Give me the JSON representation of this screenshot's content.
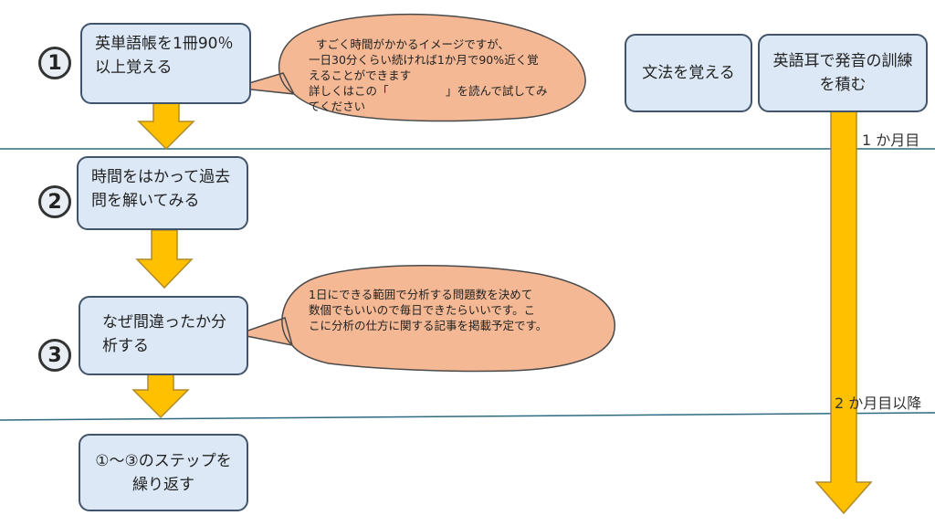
{
  "steps": [
    {
      "number": "1",
      "text": "英単語帳を1冊90％以上覚える"
    },
    {
      "number": "2",
      "text": "時間をはかって過去問を解いてみる"
    },
    {
      "number": "3",
      "text": "なぜ間違ったか分析する"
    }
  ],
  "repeat_box": "①〜③のステップを繰り返す",
  "grammar_box": "文法を覚える",
  "listening_box": "英語耳で発音の訓練を積む",
  "bubble1": {
    "line1": "すごく時間がかかるイメージですが、",
    "line2": "一日30分くらい続ければ1か月で90%近く覚",
    "line3": "えることができます",
    "line4": "詳しくはこの「　　　　　」を読んで試してみ",
    "line5": "てください"
  },
  "bubble2": {
    "line1": "1日にできる範囲で分析する問題数を決めて",
    "line2": "数個でもいいので毎日できたらいいです。こ",
    "line3": "こに分析の仕方に関する記事を掲載予定です。"
  },
  "periods": {
    "first": "1 か月目",
    "second": "2 か月目以降"
  },
  "colors": {
    "box_fill": "#dce8f5",
    "box_border": "#41546b",
    "arrow": "#ffc000",
    "bubble": "#f4b894",
    "line": "#2e6a80"
  }
}
